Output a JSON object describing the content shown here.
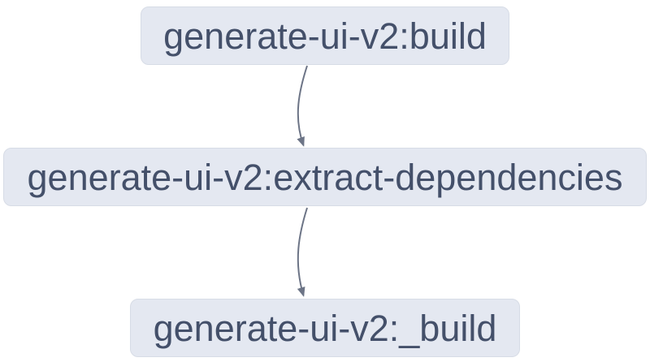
{
  "diagram": {
    "type": "flowchart",
    "direction": "top-down",
    "nodes": [
      {
        "id": "build",
        "label": "generate-ui-v2:build"
      },
      {
        "id": "extract-dependencies",
        "label": "generate-ui-v2:extract-dependencies"
      },
      {
        "id": "_build",
        "label": "generate-ui-v2:_build"
      }
    ],
    "edges": [
      {
        "from": "generate-ui-v2:build",
        "to": "generate-ui-v2:extract-dependencies"
      },
      {
        "from": "generate-ui-v2:extract-dependencies",
        "to": "generate-ui-v2:_build"
      }
    ],
    "colors": {
      "background": "#ffffff",
      "node_fill": "#e4e8f1",
      "node_border": "#d7dce6",
      "node_text": "#44506a",
      "edge": "#6c7486"
    }
  }
}
